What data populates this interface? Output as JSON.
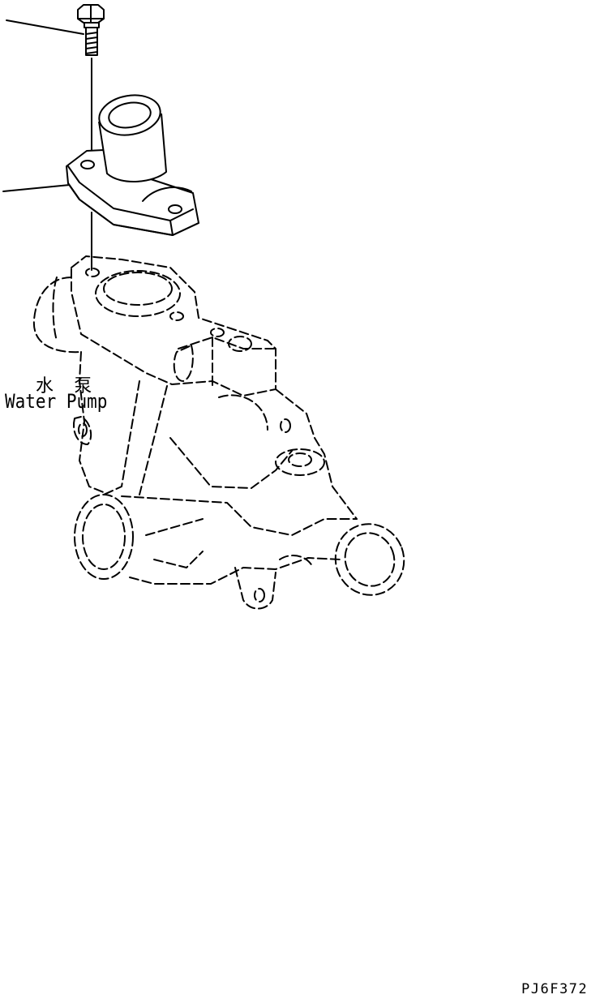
{
  "diagram": {
    "part_label_cn": "水 泵",
    "part_label_en": "Water Pump",
    "drawing_code": "PJ6F372",
    "components": [
      "bolt-icon",
      "elbow-connector-icon",
      "water-pump-housing-icon"
    ]
  }
}
